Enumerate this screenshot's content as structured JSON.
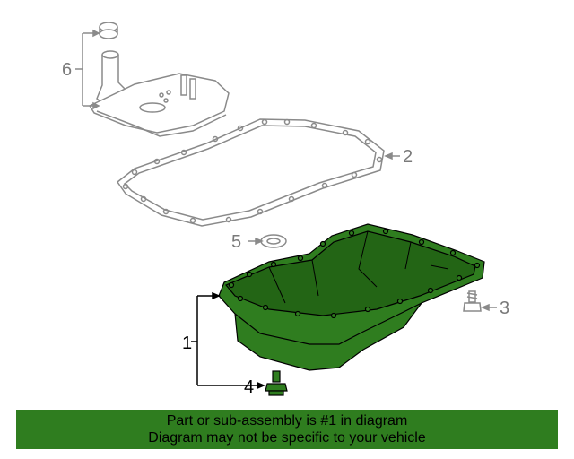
{
  "diagram": {
    "callouts": {
      "c1": "1",
      "c2": "2",
      "c3": "3",
      "c4": "4",
      "c5": "5",
      "c6": "6"
    },
    "highlight_color": "#2f7d1f",
    "line_color_gray": "#8a8a8a"
  },
  "banner": {
    "line1": "Part or sub-assembly is #1 in diagram",
    "line2": "Diagram may not be specific to your vehicle"
  }
}
